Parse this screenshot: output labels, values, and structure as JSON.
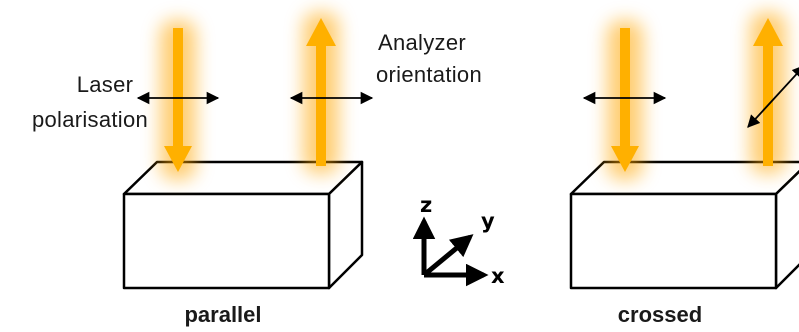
{
  "labels": {
    "laser_line1": "Laser",
    "laser_line2": "polarisation",
    "analyzer_line1": "Analyzer",
    "analyzer_line2": "orientation",
    "parallel": "parallel",
    "crossed": "crossed"
  },
  "axes": {
    "z": "z",
    "y": "y",
    "x": "x"
  },
  "colors": {
    "beam": "#FFB000",
    "beam_glow": "#FFA500",
    "outline": "#000000",
    "background": "#FFFFFF"
  }
}
